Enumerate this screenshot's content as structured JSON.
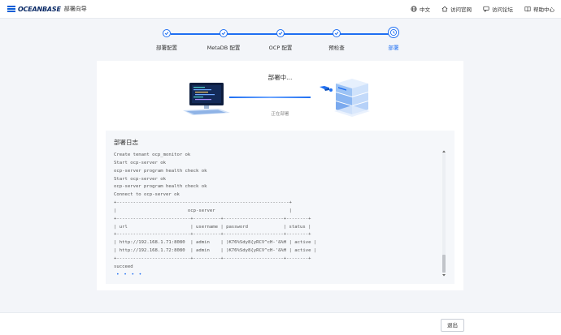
{
  "header": {
    "brand": "OCEANBASE",
    "subtitle": "部署向导",
    "nav": [
      {
        "icon": "globe-icon",
        "label": "中文"
      },
      {
        "icon": "home-icon",
        "label": "访问官网"
      },
      {
        "icon": "forum-icon",
        "label": "访问论坛"
      },
      {
        "icon": "book-icon",
        "label": "帮助中心"
      }
    ]
  },
  "steps": [
    {
      "label": "部署配置",
      "state": "done"
    },
    {
      "label": "MetaDB 配置",
      "state": "done"
    },
    {
      "label": "OCP 配置",
      "state": "done"
    },
    {
      "label": "预检查",
      "state": "done"
    },
    {
      "label": "部署",
      "state": "current"
    }
  ],
  "deploy": {
    "title": "部署中...",
    "status": "正在部署"
  },
  "log": {
    "title": "部署日志",
    "lines": [
      "Create tenant ocp_monitor ok",
      "Start ocp-server ok",
      "ocp-server program health check ok",
      "Start ocp-server ok",
      "ocp-server program health check ok",
      "Connect to ocp-server ok",
      "+---------------------------------------------------------------+",
      "|                          ocp-server                           |",
      "+---------------------------+----------+----------------------+--------+",
      "| url                       | username | password             | status |",
      "+---------------------------+----------+----------------------+--------+",
      "| http://192.168.1.71:8080  | admin    | )K76%Sdy8{yRCV^cH-'&%H | active |",
      "| http://192.168.1.72:8080  | admin    | )K76%Sdy8{yRCV^cH-'&%H | active |",
      "+---------------------------+----------+----------------------+--------+",
      "succeed"
    ],
    "loading": "• • • •"
  },
  "footer": {
    "exit_label": "退出"
  },
  "colors": {
    "accent": "#1f6ff2",
    "background": "#f3f5f9"
  }
}
